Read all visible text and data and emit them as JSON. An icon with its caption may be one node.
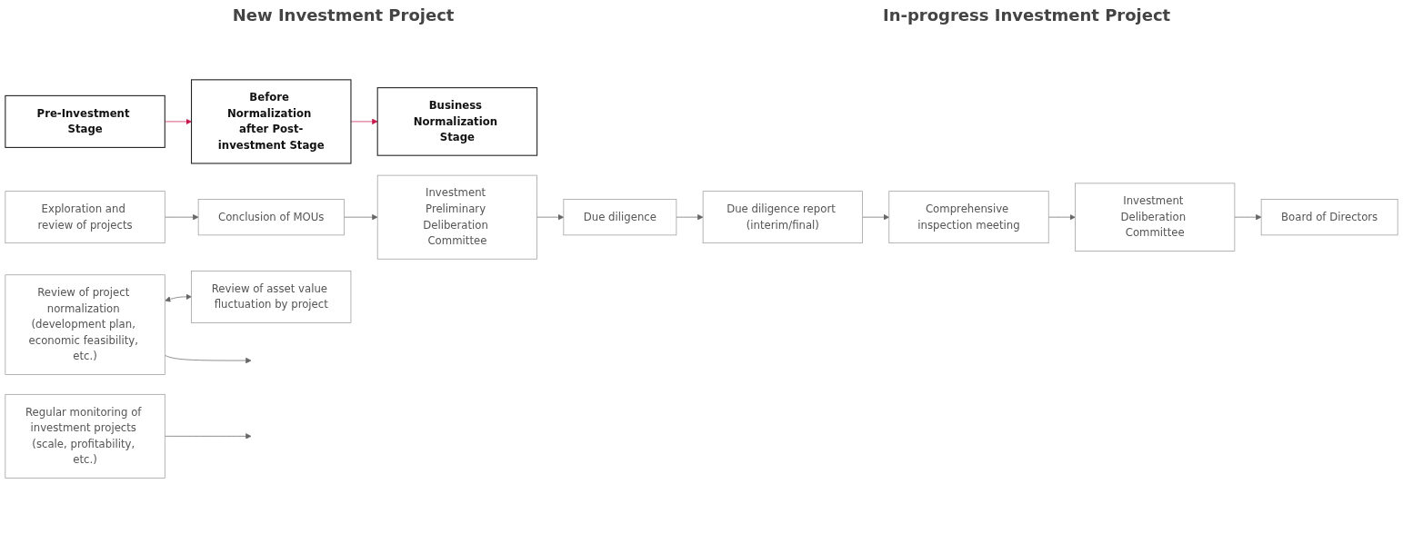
{
  "diagram": {
    "nodes": [
      {
        "text": [
          "Pre-Investment Stage"
        ]
      },
      {
        "text": [
          "Before Normalization after Post-investment Stage"
        ]
      },
      {
        "text": [
          "Business Normalization Stage"
        ]
      },
      {
        "text": [
          "Exploration and review of projects"
        ]
      },
      {
        "text": [
          "Conclusion of MOUs"
        ]
      },
      {
        "text": [
          "Investment Preliminary Deliberation Committee"
        ]
      },
      {
        "text": [
          "Due diligence"
        ]
      },
      {
        "text": [
          "Due diligence report (interim/final)"
        ]
      },
      {
        "text": [
          "Comprehensive inspection meeting"
        ]
      },
      {
        "text": [
          "Investment Deliberation Committee"
        ]
      },
      {
        "text": [
          "Board of Directors"
        ]
      },
      {
        "text": [
          "Review of project normalization (development plan, economic feasibility, etc.)"
        ]
      },
      {
        "text": [
          "Review of asset value fluctuation by project"
        ]
      },
      {
        "text": [
          "Regular monitoring of investment projects (scale, profitability, etc.)"
        ]
      }
    ],
    "edges": [
      {
        "from": 0,
        "to": 1,
        "arrow": "to",
        "color": "#c8174a"
      },
      {
        "from": 1,
        "to": 2,
        "arrow": "to",
        "color": "#c8174a"
      },
      {
        "from": 3,
        "to": 4,
        "arrow": "to"
      },
      {
        "from": 4,
        "to": 5,
        "arrow": "to"
      },
      {
        "from": 5,
        "to": 6,
        "arrow": "to"
      },
      {
        "from": 6,
        "to": 7,
        "arrow": "to"
      },
      {
        "from": 7,
        "to": 8,
        "arrow": "to"
      },
      {
        "from": 8,
        "to": 9,
        "arrow": "to"
      },
      {
        "from": 9,
        "to": 10,
        "arrow": "to"
      },
      {
        "from": 11,
        "to": null,
        "arrow": "to"
      },
      {
        "from": 11,
        "to": 12,
        "arrow": "both"
      },
      {
        "from": 13,
        "to": null,
        "arrow": "to"
      }
    ],
    "labels": [
      "New Investment Project",
      "In-progress Investment Project"
    ]
  }
}
